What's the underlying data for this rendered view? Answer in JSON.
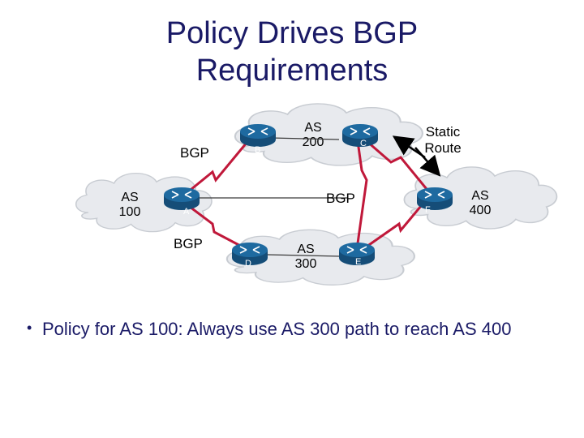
{
  "slide": {
    "title_line1": "Policy Drives BGP",
    "title_line2": "Requirements",
    "bullet": "Policy for AS 100: Always use AS 300 path to reach AS 400"
  },
  "diagram": {
    "clouds": {
      "as100": [
        "AS",
        "100"
      ],
      "as200": [
        "AS",
        "200"
      ],
      "as300": [
        "AS",
        "300"
      ],
      "as400": [
        "AS",
        "400"
      ]
    },
    "routers": {
      "a": "A",
      "b": "B",
      "c": "C",
      "d": "D",
      "e": "E",
      "f": "F"
    },
    "session_labels": {
      "ab": "BGP",
      "ad": "BGP",
      "cf": "BGP"
    },
    "static_route": [
      "Static",
      "Route"
    ]
  },
  "colors": {
    "title_text": "#1a1a66",
    "link": "#c0183a",
    "router_body": "#1e6aa0",
    "cloud_fill": "#e8eaee",
    "cloud_stroke": "#c8ccd2"
  },
  "icons": [
    "router-icon",
    "cloud-icon",
    "arrow-icon"
  ]
}
